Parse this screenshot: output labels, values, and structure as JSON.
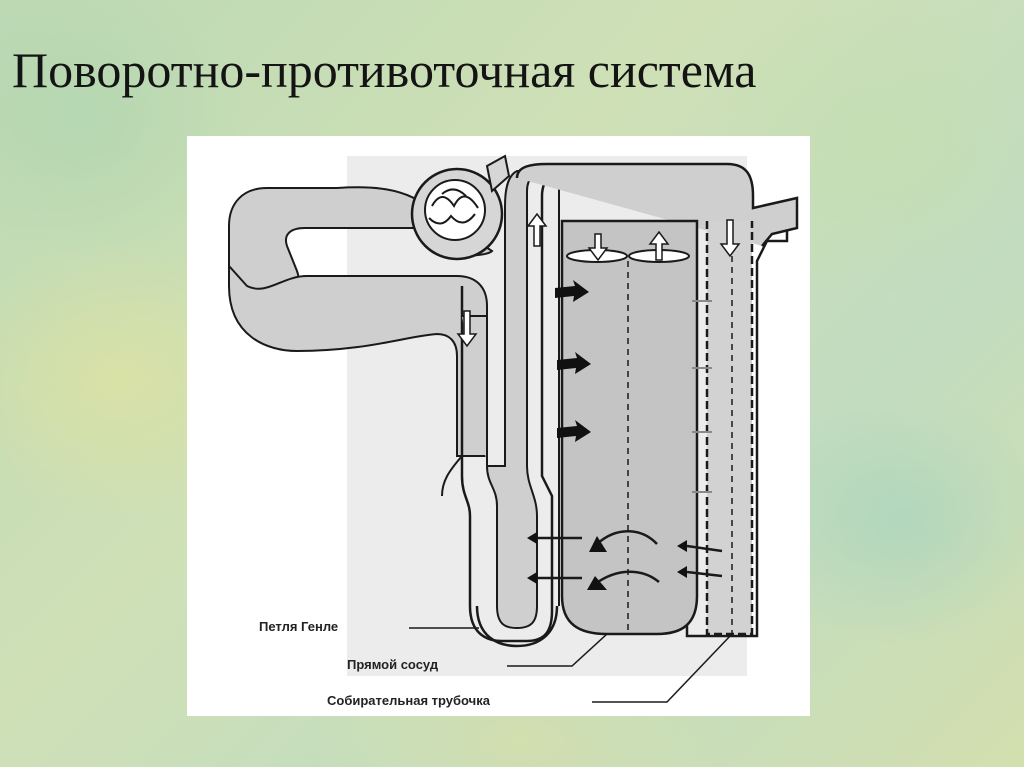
{
  "slide": {
    "title": "Поворотно-противоточная система"
  },
  "figure": {
    "labels": {
      "loop_of_henle": "Петля Генле",
      "vasa_recta": "Прямой сосуд",
      "collecting_duct": "Собирательная трубочка"
    },
    "colors": {
      "tubule_fill": "#cfcfcf",
      "outline": "#1a1a1a",
      "title_text": "#141414"
    }
  }
}
